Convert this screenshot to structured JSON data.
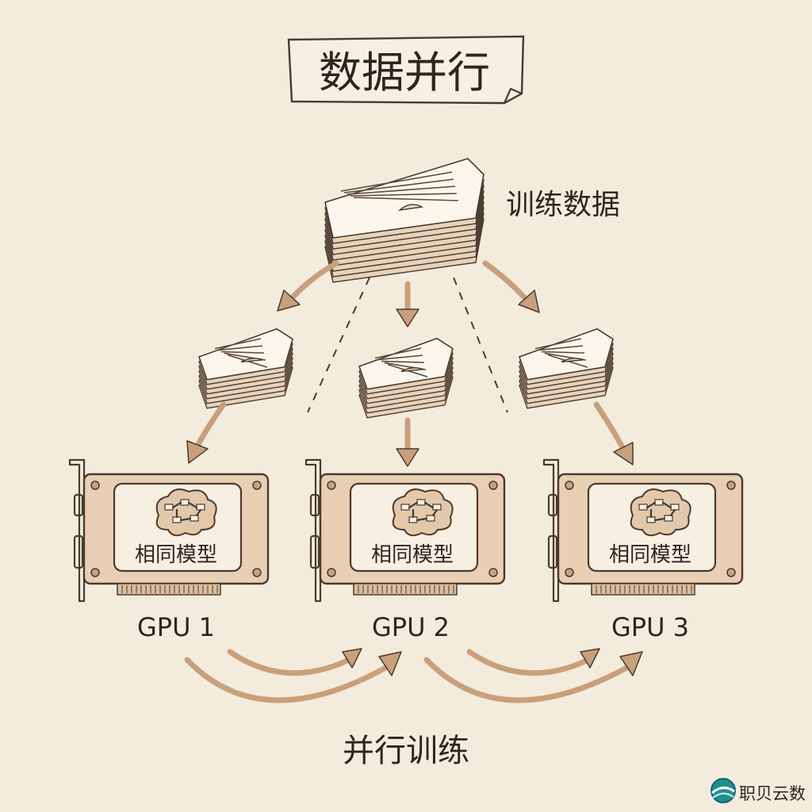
{
  "title": "数据并行",
  "source_label": "训练数据",
  "gpus": [
    {
      "model_label": "相同模型",
      "name": "GPU 1"
    },
    {
      "model_label": "相同模型",
      "name": "GPU 2"
    },
    {
      "model_label": "相同模型",
      "name": "GPU 3"
    }
  ],
  "bottom_label": "并行训练",
  "watermark": "职贝云数",
  "colors": {
    "background": "#f3ecdd",
    "ink": "#4a3a2e",
    "arrow": "#c9a07d",
    "card": "#e9cfb4"
  }
}
